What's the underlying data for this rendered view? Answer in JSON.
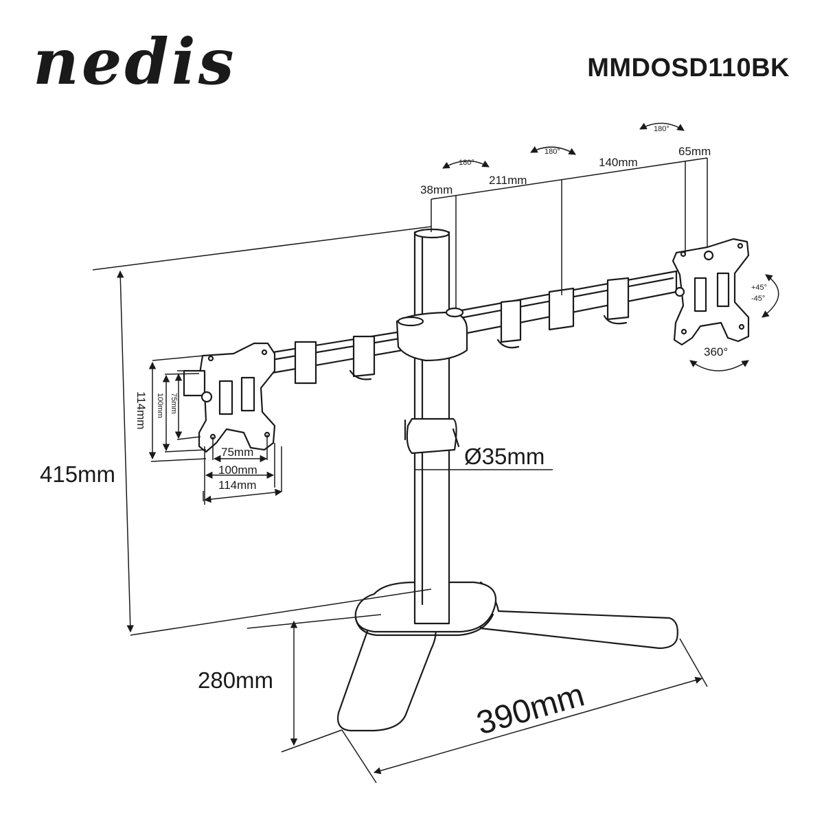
{
  "header": {
    "brand": "nedis",
    "model": "MMDOSD110BK"
  },
  "dimensions": {
    "arm_38": "38mm",
    "arm_211": "211mm",
    "arm_140": "140mm",
    "arm_65": "65mm",
    "rot_1": "180°",
    "rot_2": "180°",
    "rot_3": "180°",
    "tilt_up": "+45°",
    "tilt_down": "-45°",
    "rot_360": "360°",
    "vesa_h_75": "75mm",
    "vesa_h_100": "100mm",
    "vesa_h_114": "114mm",
    "vesa_v_75": "75mm",
    "vesa_v_100": "100mm",
    "vesa_v_114": "114mm",
    "pole_diameter": "Ø35mm",
    "height": "415mm",
    "base_depth": "280mm",
    "base_width": "390mm"
  },
  "colors": {
    "line": "#1a1a1a",
    "fill": "#ffffff"
  }
}
